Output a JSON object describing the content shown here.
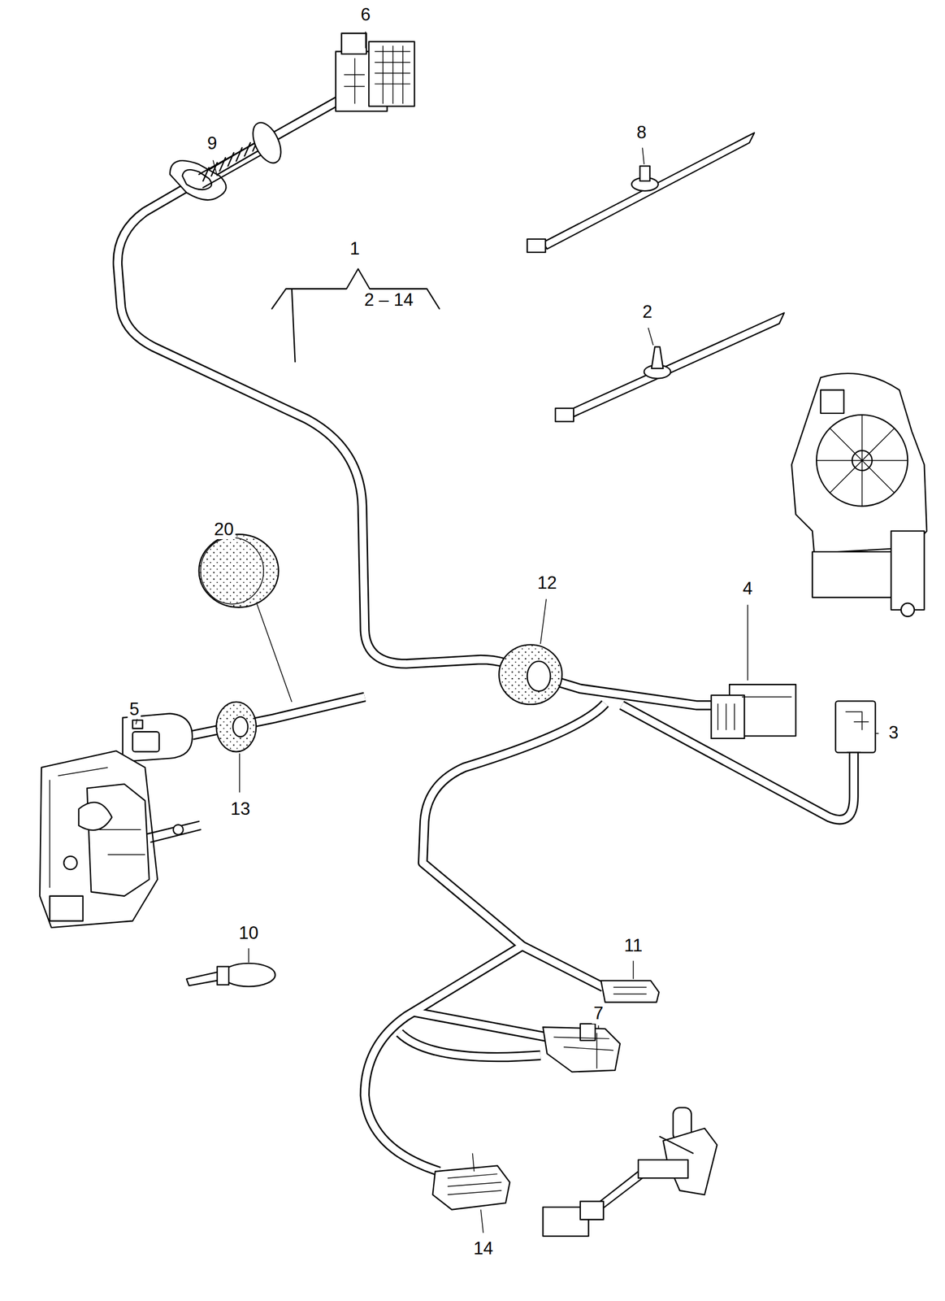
{
  "diagram": {
    "labels": [
      "6",
      "8",
      "9",
      "1",
      "2 – 14",
      "2",
      "20",
      "12",
      "4",
      "5",
      "3",
      "13",
      "10",
      "11",
      "7",
      "14"
    ]
  }
}
